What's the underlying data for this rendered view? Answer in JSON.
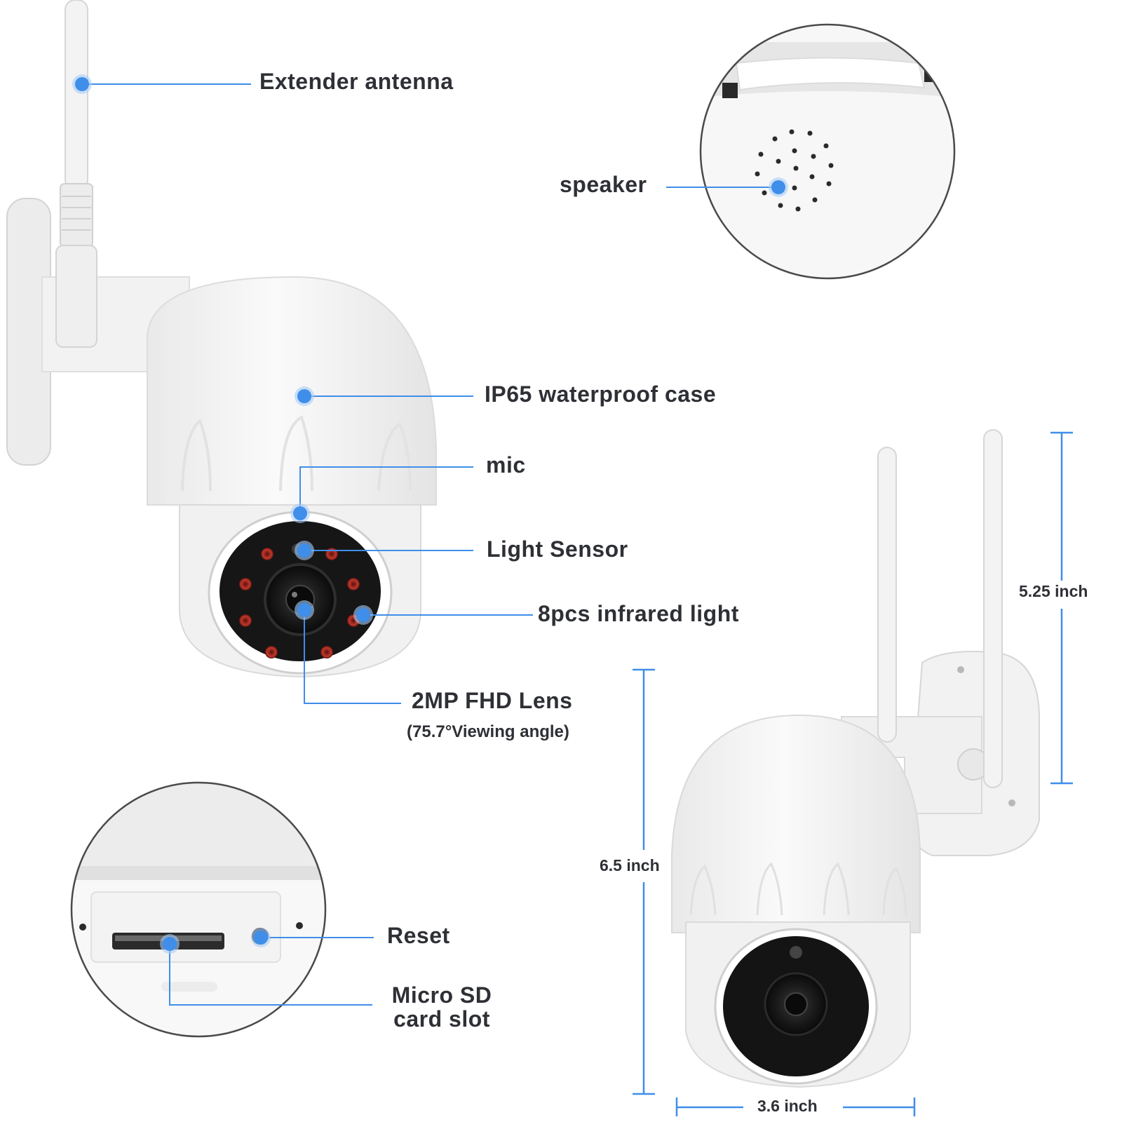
{
  "colors": {
    "accent": "#3f8ee9",
    "accent_light": "#a9cdf6",
    "text": "#2e3035",
    "body_white": "#f4f4f4",
    "shadow": "#d8d8d8",
    "outline": "#4a4a4a",
    "lens_black": "#111111",
    "ir_red": "#c0392b"
  },
  "callouts": {
    "antenna": "Extender antenna",
    "speaker": "speaker",
    "case": "IP65 waterproof case",
    "mic": "mic",
    "light_sensor": "Light Sensor",
    "infrared": "8pcs infrared light",
    "lens": "2MP FHD Lens",
    "lens_note": "(75.7°Viewing angle)",
    "reset": "Reset",
    "sd_line1": "Micro SD",
    "sd_line2": "card slot"
  },
  "dimensions": {
    "antenna_height": "5.25 inch",
    "body_height": "6.5 inch",
    "width": "3.6 inch"
  }
}
